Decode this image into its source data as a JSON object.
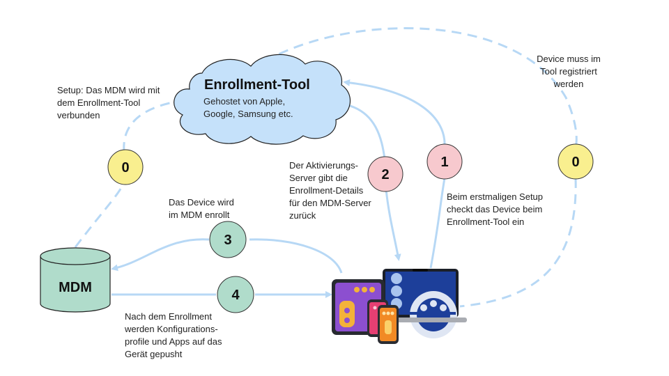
{
  "enrollment_tool": {
    "title": "Enrollment-Tool",
    "subtitle": "Gehostet von Apple,\nGoogle, Samsung etc."
  },
  "mdm": {
    "label": "MDM"
  },
  "steps": [
    {
      "number": "0",
      "color": "#f9ef8f"
    },
    {
      "number": "0",
      "color": "#f9ef8f"
    },
    {
      "number": "1",
      "color": "#f7c9ce"
    },
    {
      "number": "2",
      "color": "#f7c9ce"
    },
    {
      "number": "3",
      "color": "#b0dccb"
    },
    {
      "number": "4",
      "color": "#b0dccb"
    }
  ],
  "annotations": {
    "setup": "Setup: Das MDM wird mit\ndem Enrollment-Tool\nverbunden",
    "device_registered": "Device muss im\nTool registriert\nwerden",
    "activation_server": "Der Aktivierungs-\nServer gibt die\nEnrollment-Details\nfür den MDM-Server\nzurück",
    "first_setup": "Beim erstmaligen Setup\ncheckt das Device beim\nEnrollment-Tool ein",
    "device_enrolled": "Das Device wird\nim MDM enrollt",
    "after_enrollment": "Nach dem Enrollment\nwerden Konfigurations-\nprofile und Apps auf das\nGerät gepusht"
  },
  "colors": {
    "arrow": "#b7d8f5",
    "cloud_fill": "#c5e1fa",
    "cylinder_fill": "#b0dccb",
    "outline": "#222222"
  }
}
